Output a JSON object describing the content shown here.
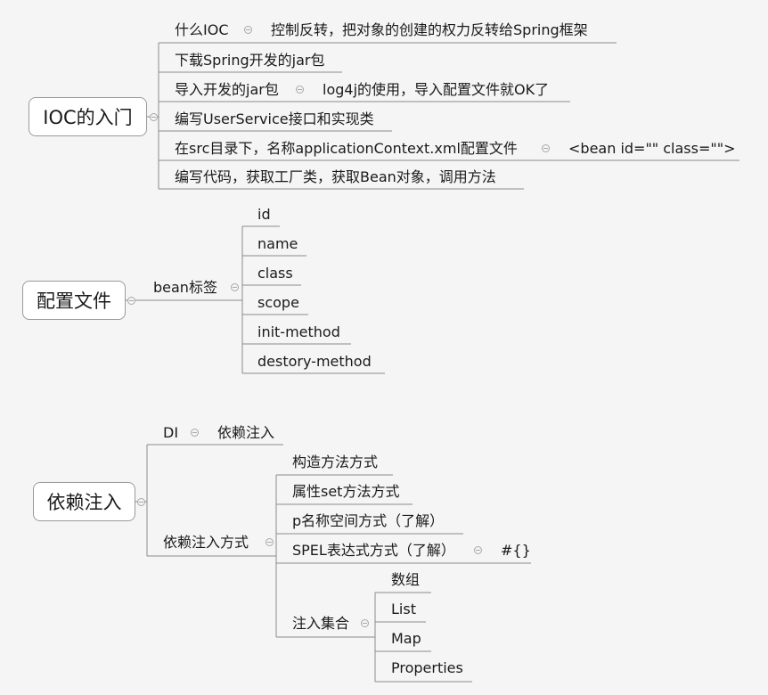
{
  "ioc": {
    "root": "IOC的入门",
    "items": [
      {
        "label": "什么IOC",
        "detail": "控制反转，把对象的创建的权力反转给Spring框架"
      },
      {
        "label": "下载Spring开发的jar包"
      },
      {
        "label": "导入开发的jar包",
        "detail": "log4j的使用，导入配置文件就OK了"
      },
      {
        "label": "编写UserService接口和实现类"
      },
      {
        "label": "在src目录下，名称applicationContext.xml配置文件",
        "detail": "<bean id=\"\" class=\"\">"
      },
      {
        "label": "编写代码，获取工厂类，获取Bean对象，调用方法"
      }
    ]
  },
  "config": {
    "root": "配置文件",
    "branch": "bean标签",
    "attrs": [
      "id",
      "name",
      "class",
      "scope",
      "init-method",
      "destory-method"
    ]
  },
  "di": {
    "root": "依赖注入",
    "di_label": "DI",
    "di_detail": "依赖注入",
    "ways_label": "依赖注入方式",
    "ways": [
      "构造方法方式",
      "属性set方法方式",
      "p名称空间方式（了解）",
      "SPEL表达式方式（了解）",
      "注入集合"
    ],
    "spel_detail": "#{}",
    "collections": [
      "数组",
      "List",
      "Map",
      "Properties"
    ]
  },
  "colors": {
    "line": "#8c8c8c",
    "node_border": "#9a9a9a",
    "background": "#f5f5f5"
  }
}
